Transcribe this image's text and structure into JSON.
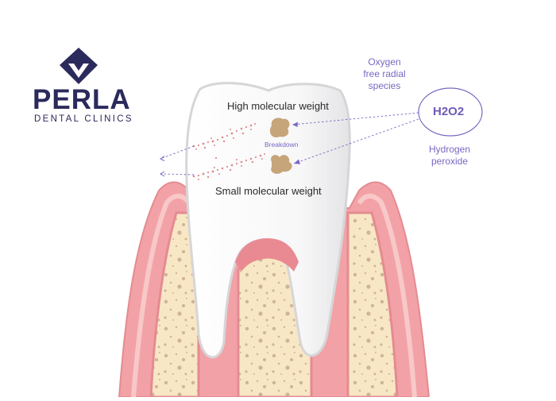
{
  "logo": {
    "wordmark": "PERLA",
    "subtitle": "DENTAL CLINICS"
  },
  "labels": {
    "high_mw": "High molecular weight",
    "breakdown": "Breakdown",
    "small_mw": "Small molecular weight",
    "oxygen": [
      "Oxygen",
      "free radial",
      "species"
    ],
    "h2o2": "H2O2",
    "hydrogen": [
      "Hydrogen",
      "peroxide"
    ]
  },
  "icons": [
    "arrow-left-icon",
    "logo-diamond-icon"
  ],
  "colors": {
    "brand": "#2b2a5c",
    "accent": "#7b67c4",
    "gum": "#e98a93",
    "bone": "#f8e7c4",
    "stain": "#c7a57a",
    "tooth_outline": "#d6d6d8"
  }
}
